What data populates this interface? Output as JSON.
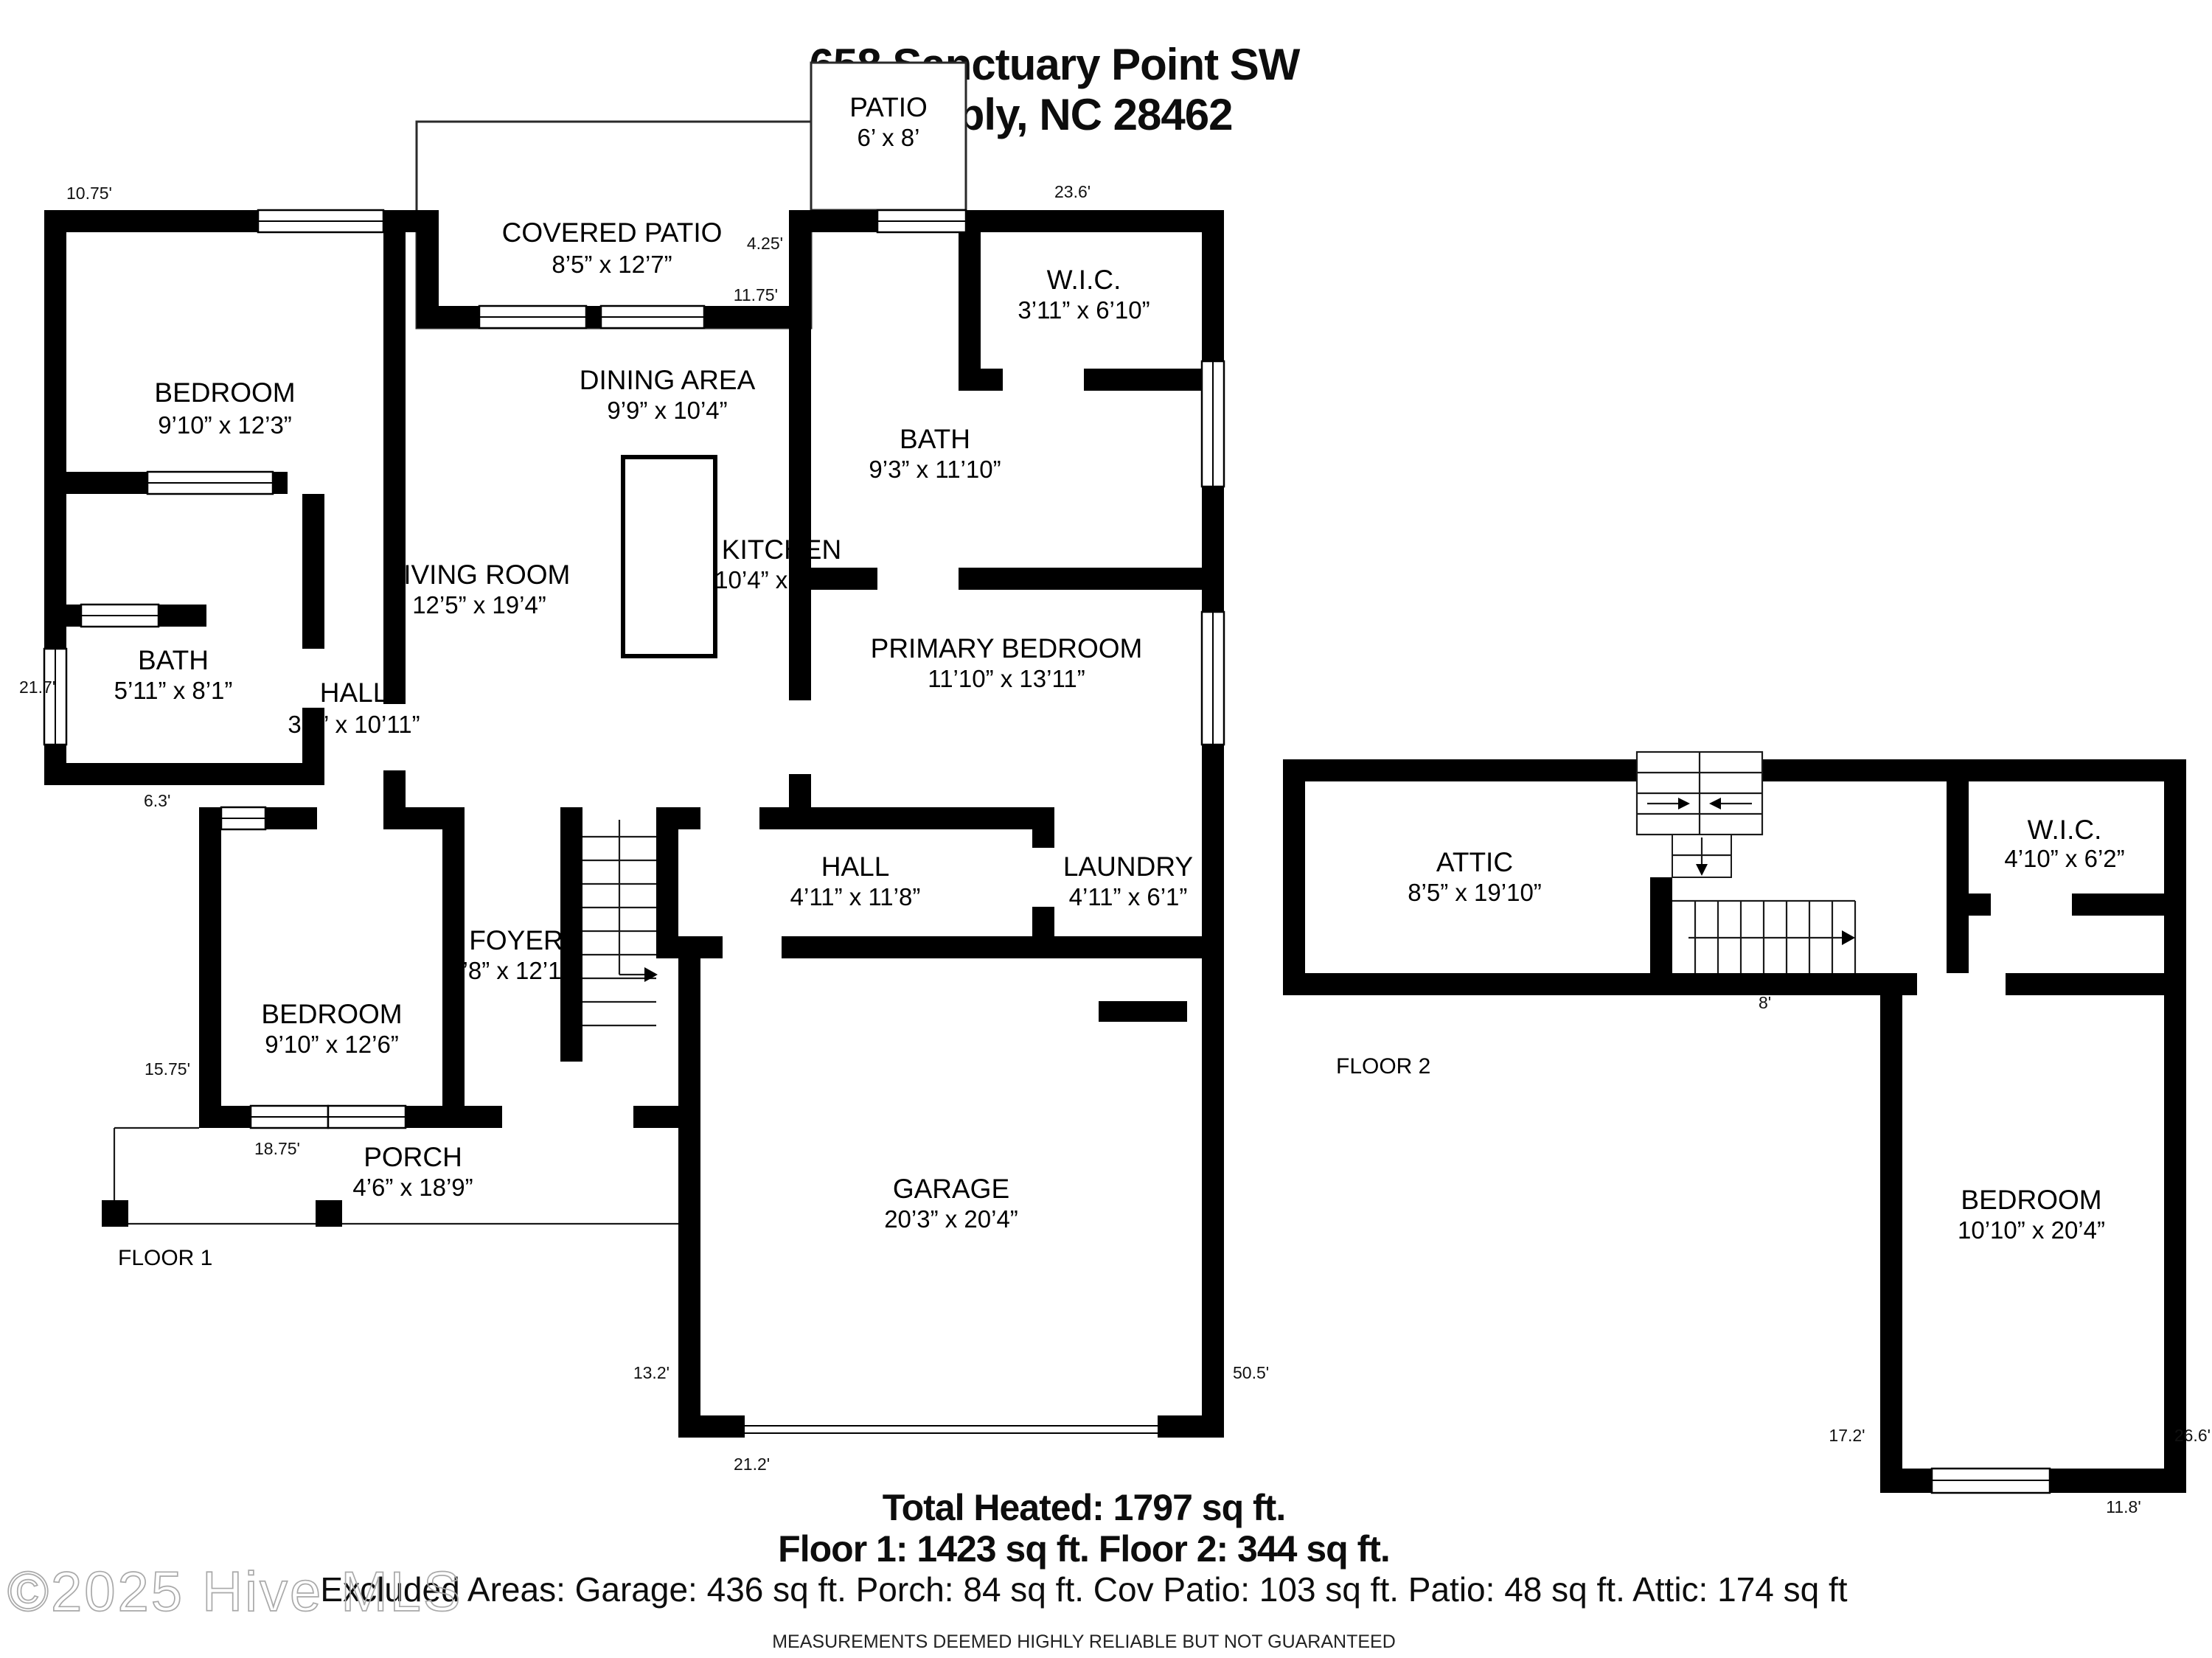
{
  "title": {
    "line1": "658 Sanctuary Point SW",
    "line2": "Supply, NC 28462"
  },
  "floor1": {
    "label": "FLOOR 1",
    "rooms": {
      "bedroom_tl": {
        "name": "BEDROOM",
        "dims": "9’10” x 12’3”"
      },
      "covered_patio": {
        "name": "COVERED PATIO",
        "dims": "8’5” x 12’7”"
      },
      "patio": {
        "name": "PATIO",
        "dims": "6’ x 8’"
      },
      "dining": {
        "name": "DINING AREA",
        "dims": "9’9” x 10’4”"
      },
      "wic": {
        "name": "W.I.C.",
        "dims": "3’11” x 6’10”"
      },
      "bath_right": {
        "name": "BATH",
        "dims": "9’3” x 11’10”"
      },
      "kitchen": {
        "name": "KITCHEN",
        "dims": "10’4” x 13’9”"
      },
      "living": {
        "name": "LIVING ROOM",
        "dims": "12’5” x 19’4”"
      },
      "primary": {
        "name": "PRIMARY BEDROOM",
        "dims": "11’10” x 13’11”"
      },
      "bath_left": {
        "name": "BATH",
        "dims": "5’11” x 8’1”"
      },
      "hall_left": {
        "name": "HALL",
        "dims": "3’6” x 10’11”"
      },
      "bedroom_bl": {
        "name": "BEDROOM",
        "dims": "9’10” x 12’6”"
      },
      "foyer": {
        "name": "FOYER",
        "dims": "4’8” x 12’10”"
      },
      "hall_center": {
        "name": "HALL",
        "dims": "4’11” x 11’8”"
      },
      "laundry": {
        "name": "LAUNDRY",
        "dims": "4’11” x 6’1”"
      },
      "porch": {
        "name": "PORCH",
        "dims": "4’6” x 18’9”"
      },
      "garage": {
        "name": "GARAGE",
        "dims": "20’3” x 20’4”"
      }
    },
    "dims": {
      "top_left": "10.75'",
      "top_right": "23.6'",
      "cov_patio_right": "4.25'",
      "cov_patio_bottom": "11.75'",
      "left": "21.7'",
      "bath_bottom": "6.3'",
      "bedroom_left": "15.75'",
      "bedroom_bottom": "18.75'",
      "garage_left": "13.2'",
      "garage_right": "50.5'",
      "garage_bottom": "21.2'"
    }
  },
  "floor2": {
    "label": "FLOOR 2",
    "rooms": {
      "attic": {
        "name": "ATTIC",
        "dims": "8’5” x 19’10”"
      },
      "wic": {
        "name": "W.I.C.",
        "dims": "4’10” x 6’2”"
      },
      "bedroom": {
        "name": "BEDROOM",
        "dims": "10’10” x 20’4”"
      }
    },
    "dims": {
      "stairs": "8'",
      "left": "17.2'",
      "right": "26.6'",
      "bottom": "11.8'"
    }
  },
  "summary": {
    "total": "Total Heated: 1797 sq ft.",
    "floors": "Floor 1: 1423 sq ft. Floor 2: 344 sq ft.",
    "excluded": "Excluded Areas: Garage: 436 sq ft. Porch: 84 sq ft. Cov Patio: 103 sq ft. Patio: 48 sq ft. Attic: 174 sq ft",
    "disclaimer": "MEASUREMENTS DEEMED HIGHLY RELIABLE BUT NOT GUARANTEED"
  },
  "watermark": "©2025 Hive MLS",
  "colors": {
    "walls": "#000000",
    "background": "#ffffff",
    "watermark_gray": "#a9a9a9"
  }
}
